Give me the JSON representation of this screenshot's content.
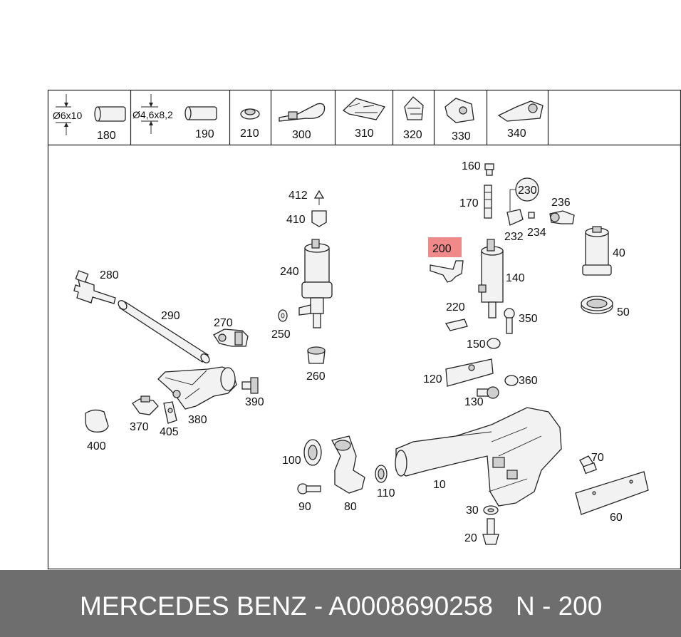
{
  "header_items": [
    {
      "dim": "Ø6x10",
      "num": "180"
    },
    {
      "dim": "Ø4,6x8,2",
      "num": "190"
    },
    {
      "num": "210"
    },
    {
      "num": "300"
    },
    {
      "num": "310"
    },
    {
      "num": "320"
    },
    {
      "num": "330"
    },
    {
      "num": "340"
    }
  ],
  "labels": {
    "l10": "10",
    "l20": "20",
    "l30": "30",
    "l40": "40",
    "l50": "50",
    "l60": "60",
    "l70": "70",
    "l80": "80",
    "l90": "90",
    "l100": "100",
    "l110": "110",
    "l120": "120",
    "l130": "130",
    "l140": "140",
    "l150": "150",
    "l160": "160",
    "l170": "170",
    "l200": "200",
    "l220": "220",
    "l230": "230",
    "l232": "232",
    "l234": "234",
    "l236": "236",
    "l240": "240",
    "l250": "250",
    "l260": "260",
    "l270": "270",
    "l280": "280",
    "l290": "290",
    "l350": "350",
    "l360": "360",
    "l370": "370",
    "l380": "380",
    "l390": "390",
    "l400": "400",
    "l405": "405",
    "l410": "410",
    "l412": "412"
  },
  "highlight": {
    "label": "200",
    "color": "#f08a8a"
  },
  "footer": {
    "brand": "MERCEDES BENZ - A0008690258",
    "position": "N - 200"
  },
  "colors": {
    "footer_bg": "#6e6e6e",
    "footer_text": "#ffffff"
  }
}
